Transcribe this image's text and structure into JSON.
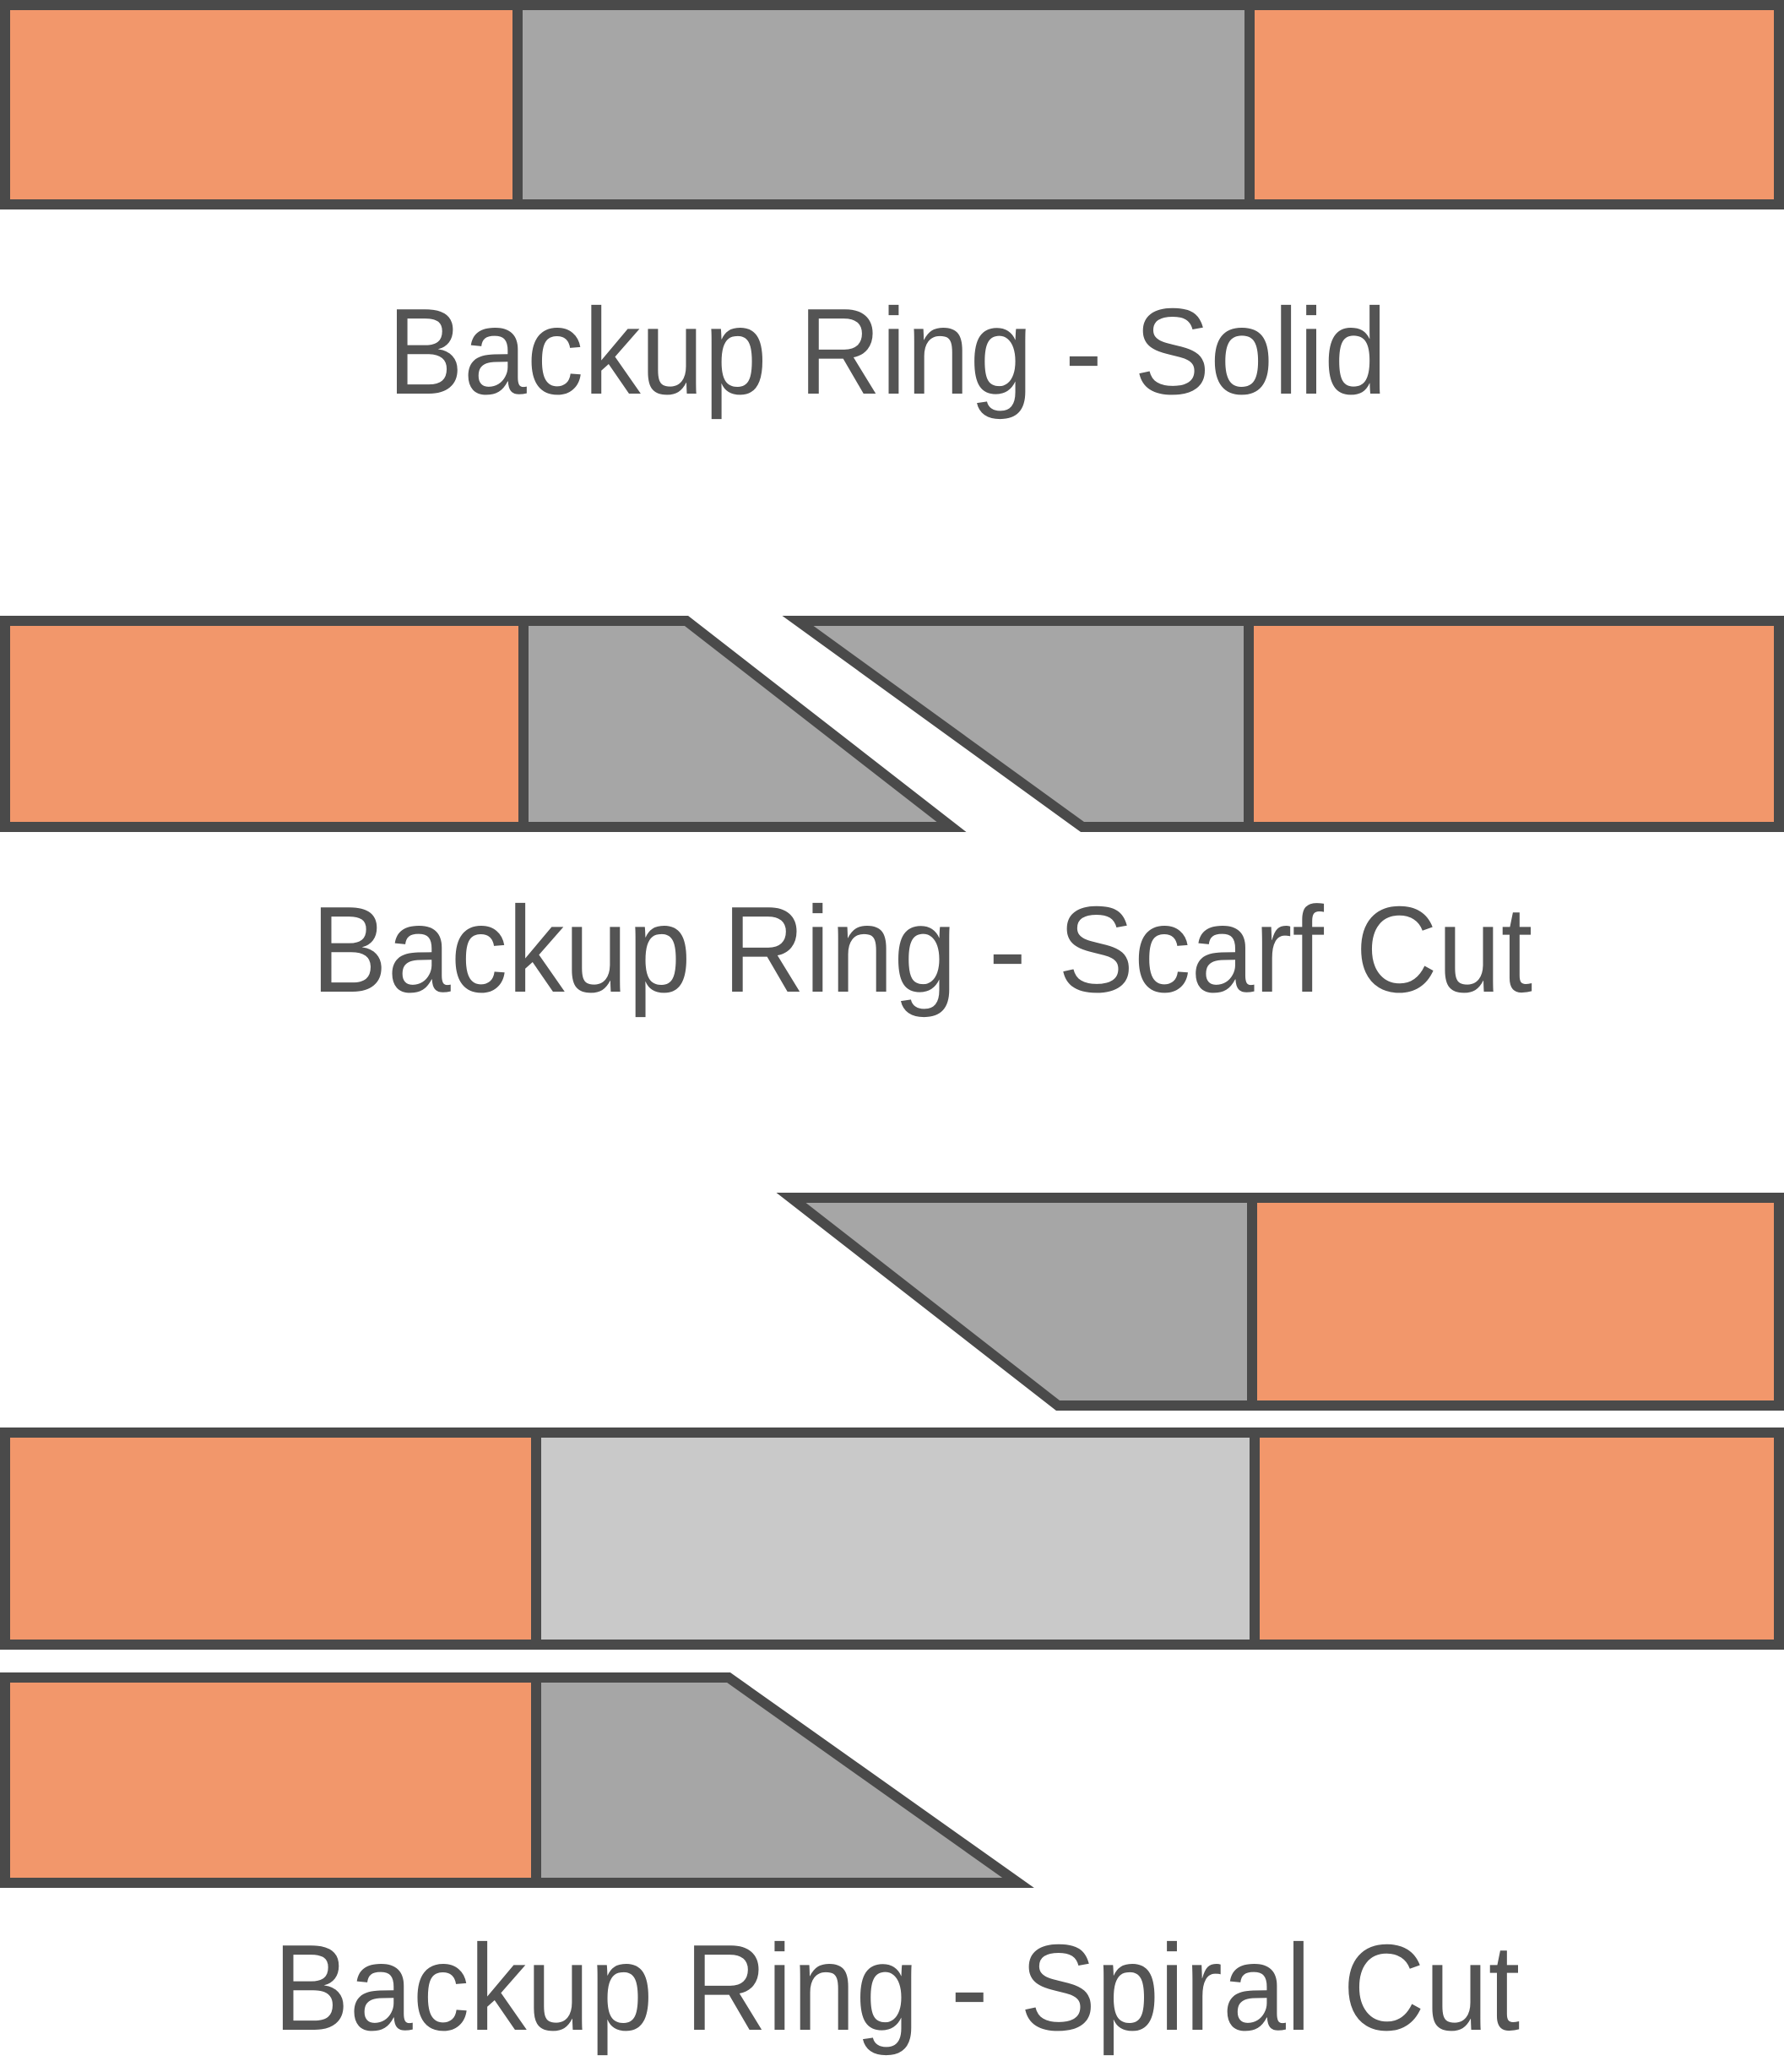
{
  "titles": {
    "solid": "Backup Ring - Solid",
    "scarf": "Backup Ring - Scarf Cut",
    "spiral": "Backup Ring - Spiral Cut"
  },
  "colors": {
    "ring_orange": "#F2976B",
    "backup_gray": "#A6A6A6",
    "backup_gray_light": "#C9C9C9",
    "outline": "#4A4A4A",
    "text": "#545454",
    "background": "#FFFFFF"
  }
}
